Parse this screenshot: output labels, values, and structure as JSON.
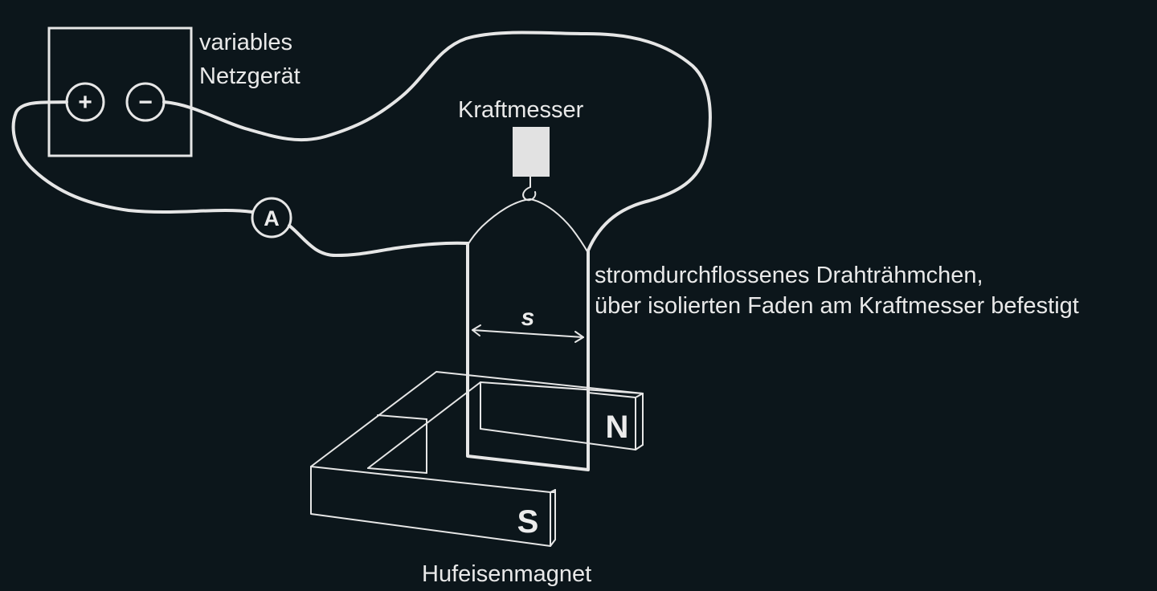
{
  "power_supply": {
    "label_line1": "variables",
    "label_line2": "Netzgerät",
    "plus_symbol": "+",
    "minus_symbol": "−"
  },
  "ammeter": {
    "symbol": "A"
  },
  "force_meter": {
    "label": "Kraftmesser"
  },
  "wire_frame": {
    "label_line1": "stromdurchflossenes Drahträhmchen,",
    "label_line2": "über isolierten Faden am Kraftmesser befestigt",
    "width_symbol": "s"
  },
  "magnet": {
    "north_label": "N",
    "south_label": "S",
    "label": "Hufeisenmagnet"
  },
  "colors": {
    "background": "#0c161b",
    "lines": "#e6e6e6"
  }
}
